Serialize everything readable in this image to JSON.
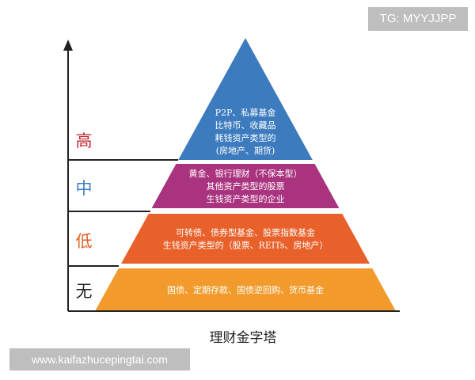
{
  "tiers": [
    {
      "level": "高",
      "level_color": "#c0282f",
      "fill": "#3d7bbf",
      "lines": [
        "P2P、私募基金",
        "比特币、收藏品",
        "耗钱资产类型的",
        "(房地产、期货)"
      ]
    },
    {
      "level": "中",
      "level_color": "#3d7bbf",
      "fill": "#a9337e",
      "lines": [
        "黄金、银行理财（不保本型）",
        "其他资产类型的股票",
        "生钱资产类型的企业"
      ]
    },
    {
      "level": "低",
      "level_color": "#e2601e",
      "fill": "#e8602a",
      "lines": [
        "可转债、债券型基金、股票指数基金",
        "生钱资产类型的（股票、REITs、房地产）"
      ]
    },
    {
      "level": "无",
      "level_color": "#222222",
      "fill": "#f29b2c",
      "lines": [
        "国债、定期存款、国债逆回购、货币基金"
      ]
    }
  ],
  "caption": "理财金字塔",
  "watermarks": {
    "top": "TG: MYYJJPP",
    "bottom": "www.kaifazhucepingtai.com"
  }
}
